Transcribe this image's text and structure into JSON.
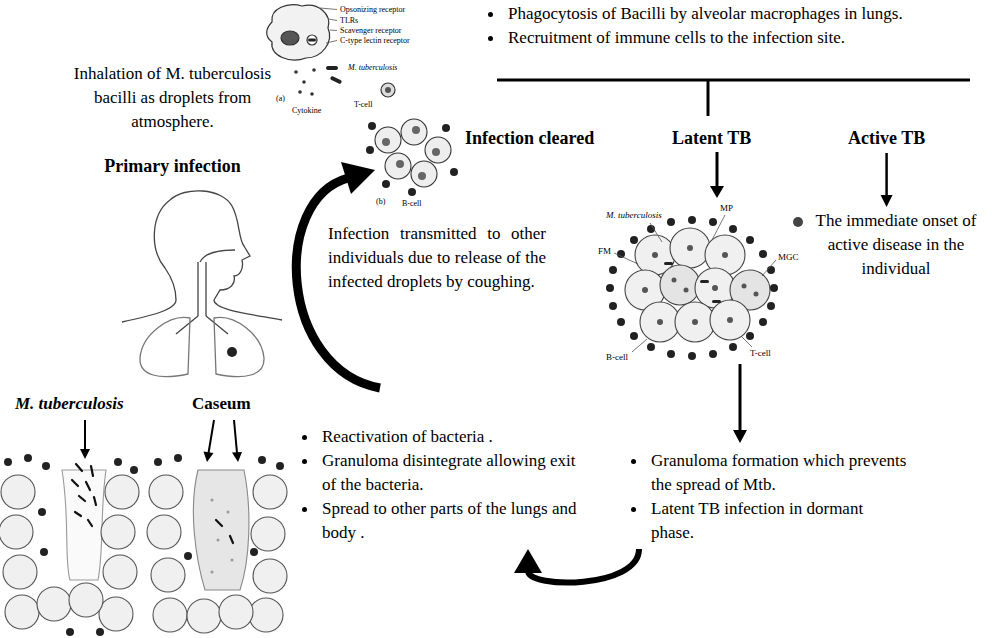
{
  "diagram": {
    "nodes": [
      {
        "text": [
          "Inhalation of M. tuberculosis bacilli as droplets from atmosphere.",
          "Primary infection"
        ]
      },
      {
        "text": [
          "Phagocytosis of Bacilli by alveolar macrophages in lungs.",
          "Recruitment of immune cells to the infection site."
        ]
      },
      {
        "text": [
          "Infection cleared"
        ]
      },
      {
        "text": [
          "Latent TB"
        ]
      },
      {
        "text": [
          "Active TB"
        ]
      },
      {
        "text": [
          "The immediate onset of active disease in the individual"
        ]
      },
      {
        "text": [
          "Infection transmitted to other individuals due to release of the infected droplets by coughing."
        ]
      },
      {
        "text": [
          "Granuloma formation which prevents the spread of Mtb.",
          "Latent TB infection in dormant phase."
        ]
      },
      {
        "text": [
          "Reactivation of bacteria .",
          "Granuloma disintegrate allowing exit of the bacteria.",
          "Spread to other parts of the lungs and body ."
        ]
      }
    ],
    "edges": [
      {
        "from": 4,
        "to": 5,
        "arrow": "to"
      },
      {
        "from": 7,
        "to": 8,
        "arrow": "to"
      }
    ],
    "labels": [
      "Opsonizing receptor",
      "TLRs",
      "Scavenger receptor",
      "C-type lectin receptor",
      "M. tuberculosis",
      "Cytokine",
      "T-cell",
      "(a)",
      "(b)",
      "B-cell",
      "M. tuberculosis",
      "MP",
      "FM",
      "MGC",
      "B-cell",
      "T-cell",
      "M. tuberculosis",
      "Caseum"
    ]
  }
}
